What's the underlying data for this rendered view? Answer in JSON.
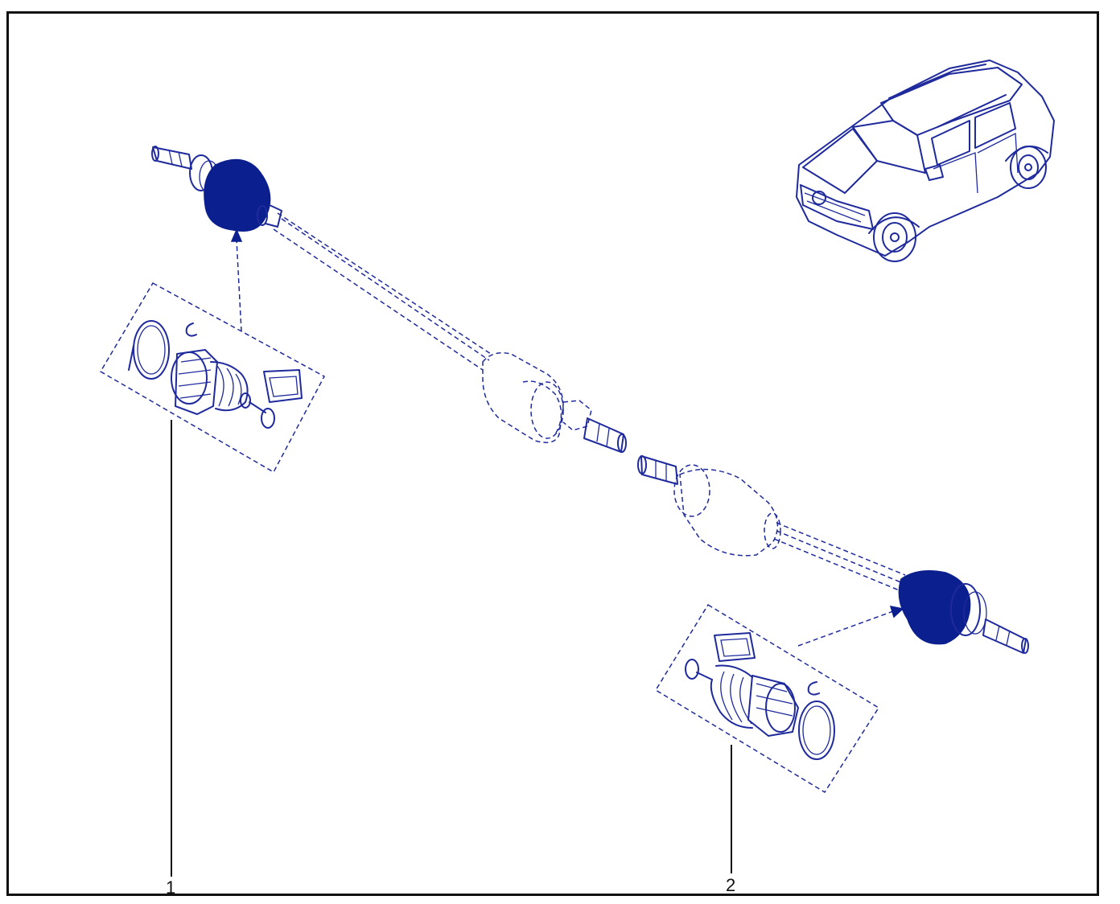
{
  "diagram": {
    "callouts": [
      {
        "id": "1",
        "label": "1"
      },
      {
        "id": "2",
        "label": "2"
      }
    ]
  },
  "colors": {
    "ink": "#1f2a9c",
    "fill": "#0b1f8e",
    "frame": "#111111",
    "leader": "#111111"
  }
}
